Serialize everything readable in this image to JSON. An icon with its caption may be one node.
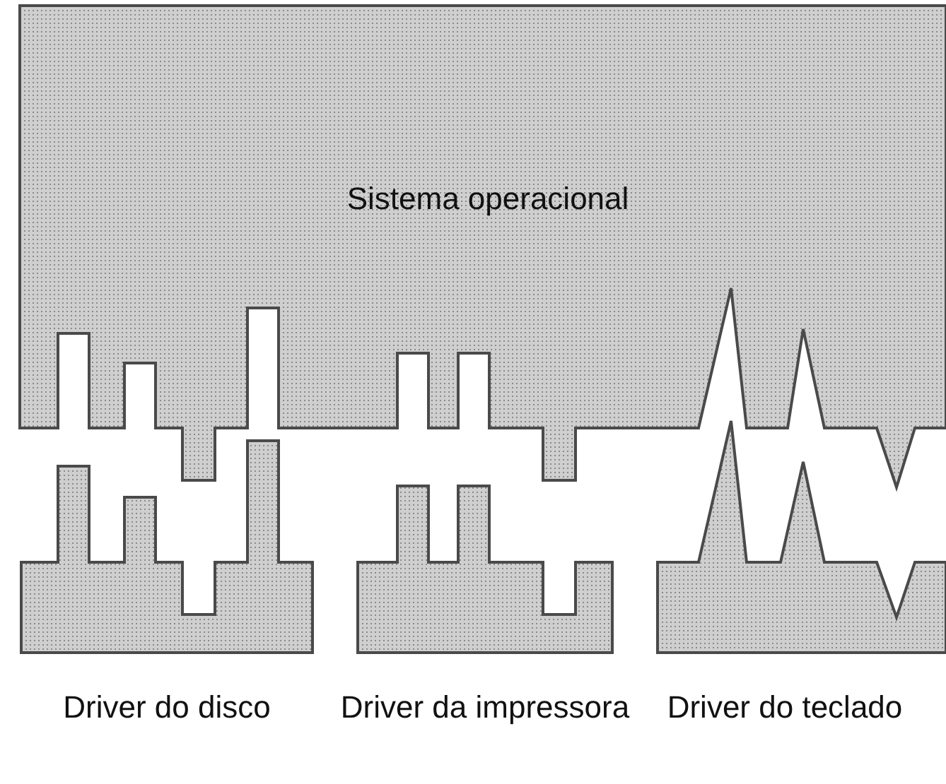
{
  "diagram": {
    "nodes": [
      {
        "text": [
          "Sistema operacional"
        ]
      },
      {
        "text": [
          "Driver do disco"
        ]
      },
      {
        "text": [
          "Driver da impressora"
        ]
      },
      {
        "text": [
          "Driver do teclado"
        ]
      }
    ]
  }
}
